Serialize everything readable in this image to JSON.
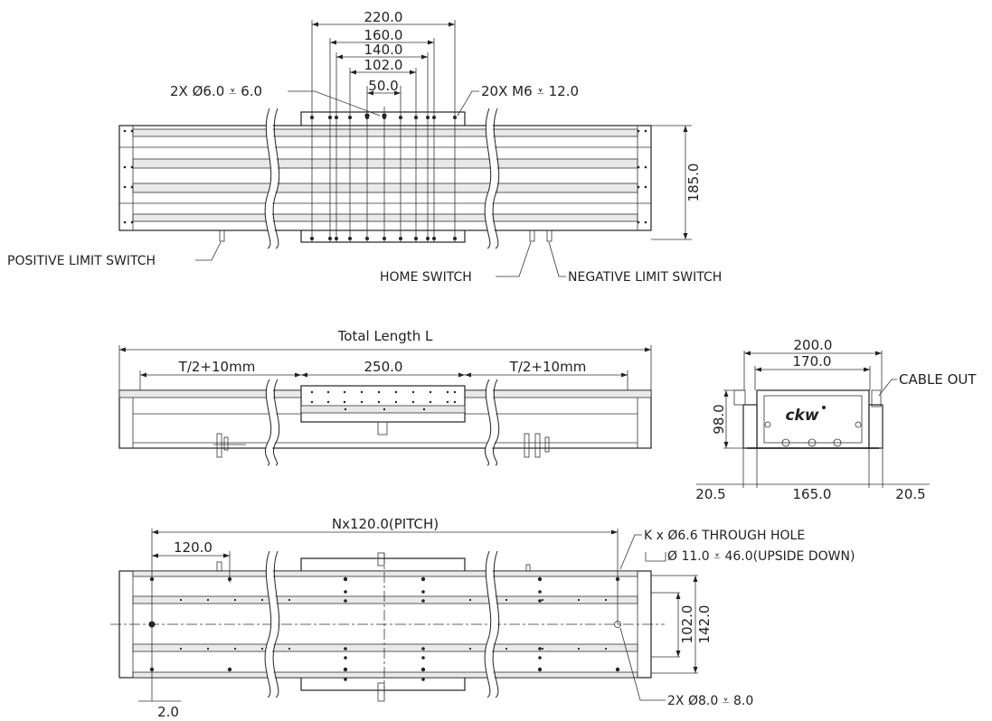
{
  "top_view": {
    "dims": [
      "220.0",
      "160.0",
      "140.0",
      "102.0",
      "50.0"
    ],
    "height_dim": "185.0",
    "callout_holes": "2X Ø6.0 ⩡ 6.0",
    "callout_threads": "20X  M6  ⩡ 12.0",
    "positive_limit": "POSITIVE LIMIT SWITCH",
    "home_switch": "HOME SWITCH",
    "negative_limit": "NEGATIVE LIMIT SWITCH"
  },
  "side_view": {
    "total_length": "Total Length L",
    "left_travel": "T/2+10mm",
    "carriage": "250.0",
    "right_travel": "T/2+10mm"
  },
  "end_view": {
    "width_outer": "200.0",
    "width_inner": "170.0",
    "height": "98.0",
    "cable_out": "CABLE OUT",
    "left_offset": "20.5",
    "base_width": "165.0",
    "right_offset": "20.5",
    "logo": "ckw"
  },
  "bottom_view": {
    "pitch": "Nx120.0(PITCH)",
    "first_hole": "120.0",
    "through_hole": "K x Ø6.6 THROUGH HOLE",
    "counterbore": "Ø 11.0 ⩡ 46.0(UPSIDE DOWN)",
    "inner_width": "102.0",
    "outer_width": "142.0",
    "edge_offset": "2.0",
    "dowel": "2X Ø8.0 ⩡ 8.0"
  }
}
